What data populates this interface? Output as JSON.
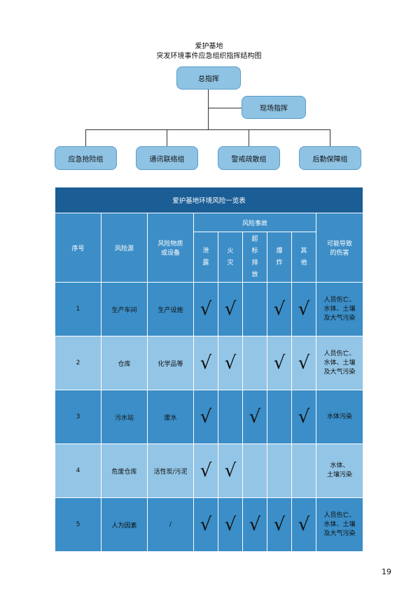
{
  "header": {
    "line1": "爱护基地",
    "line2": "突发环境事件应急组织指挥结构图"
  },
  "org_chart": {
    "top": "总指挥",
    "field": "现场指挥",
    "groups": [
      "应急抢险组",
      "通讯联络组",
      "警戒疏散组",
      "后勤保障组"
    ]
  },
  "table": {
    "caption": "爱护基地环境风险一览表",
    "col_seq": "序号",
    "col_source": "风险源",
    "col_material": [
      "风险物质",
      "或设备"
    ],
    "col_events": "风险事故",
    "col_harm": [
      "可能导致",
      "的伤害"
    ],
    "event_types": [
      [
        "泄",
        "露"
      ],
      [
        "火",
        "灾"
      ],
      [
        "超",
        "标",
        "排",
        "放"
      ],
      [
        "爆",
        "炸"
      ],
      [
        "其",
        "他"
      ]
    ],
    "check_mark": "√",
    "rows": [
      {
        "seq": "1",
        "source": "生产车间",
        "material": "生产设施",
        "checks": [
          1,
          1,
          0,
          1,
          1
        ],
        "harm": [
          "人员伤亡、",
          "水体、土壤",
          "及大气污染"
        ]
      },
      {
        "seq": "2",
        "source": "仓库",
        "material": "化学品等",
        "checks": [
          1,
          1,
          0,
          1,
          1
        ],
        "harm": [
          "人员伤亡、",
          "水体、土壤",
          "及大气污染"
        ]
      },
      {
        "seq": "3",
        "source": "污水站",
        "material": "废水",
        "checks": [
          1,
          0,
          1,
          0,
          1
        ],
        "harm": [
          "水体污染"
        ]
      },
      {
        "seq": "4",
        "source": "危废仓库",
        "material": "活性炭/污泥",
        "checks": [
          1,
          1,
          0,
          0,
          0
        ],
        "harm": [
          "水体、",
          "土壤污染"
        ]
      },
      {
        "seq": "5",
        "source": "人为因素",
        "material": "/",
        "checks": [
          1,
          1,
          1,
          1,
          1
        ],
        "harm": [
          "人员伤亡、",
          "水体、土壤",
          "及大气污染"
        ]
      }
    ]
  },
  "page_number": "19"
}
